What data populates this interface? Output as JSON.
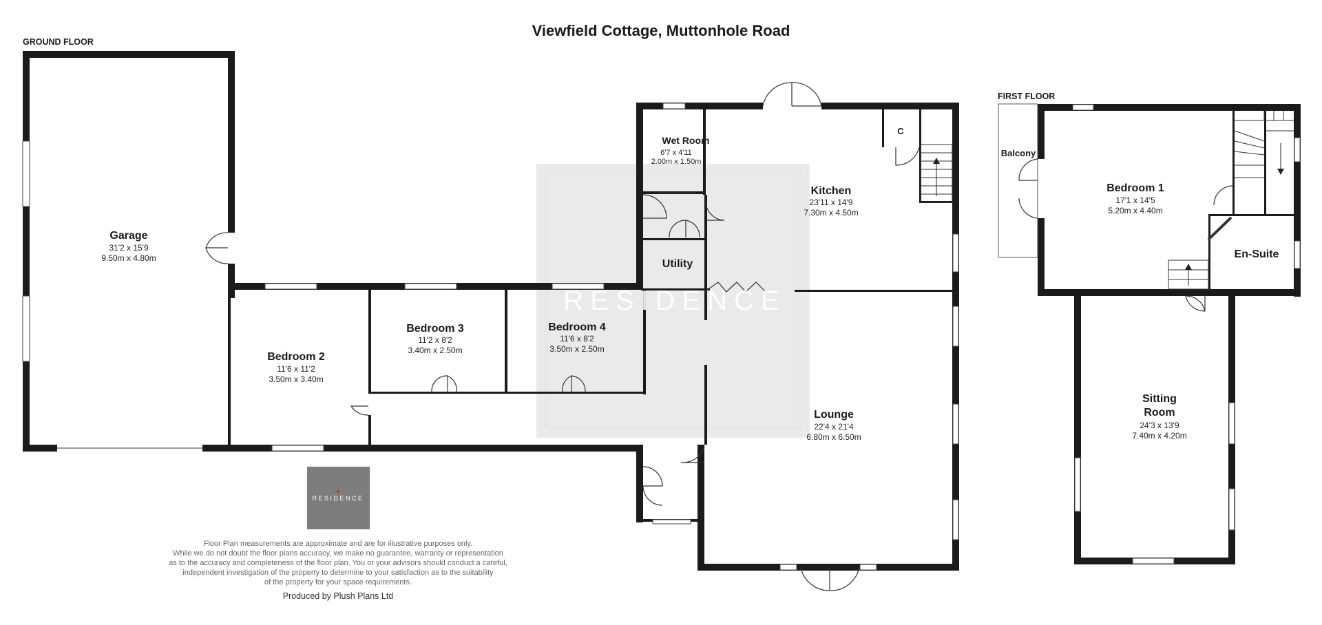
{
  "title": "Viewfield Cottage, Muttonhole Road",
  "floors": {
    "ground": "GROUND FLOOR",
    "first": "FIRST FLOOR"
  },
  "rooms": {
    "garage": {
      "name": "Garage",
      "imperial": "31'2 x 15'9",
      "metric": "9.50m x 4.80m"
    },
    "wet_room": {
      "name": "Wet Room",
      "imperial": "6'7 x 4'11",
      "metric": "2.00m x 1.50m"
    },
    "kitchen": {
      "name": "Kitchen",
      "imperial": "23'11 x 14'9",
      "metric": "7.30m x 4.50m"
    },
    "cupboard": {
      "name": "C"
    },
    "utility": {
      "name": "Utility"
    },
    "bedroom_2": {
      "name": "Bedroom 2",
      "imperial": "11'6 x 11'2",
      "metric": "3.50m x 3.40m"
    },
    "bedroom_3": {
      "name": "Bedroom 3",
      "imperial": "11'2 x 8'2",
      "metric": "3.40m x 2.50m"
    },
    "bedroom_4": {
      "name": "Bedroom 4",
      "imperial": "11'6 x 8'2",
      "metric": "3.50m x 2.50m"
    },
    "lounge": {
      "name": "Lounge",
      "imperial": "22'4 x 21'4",
      "metric": "6.80m x 6.50m"
    },
    "balcony": {
      "name": "Balcony"
    },
    "bedroom_1": {
      "name": "Bedroom 1",
      "imperial": "17'1 x 14'5",
      "metric": "5.20m x 4.40m"
    },
    "en_suite": {
      "name": "En-Suite"
    },
    "sitting_room": {
      "name_line1": "Sitting",
      "name_line2": "Room",
      "imperial": "24'3 x 13'9",
      "metric": "7.40m x 4.20m"
    }
  },
  "watermark": "RESIDENCE",
  "logo_text": "RESIDENCE",
  "disclaimer": [
    "Floor Plan measurements are approximate and are for illustrative purposes only.",
    "While we do not doubt the floor plans accuracy, we make no guarantee, warranty or representation",
    "as to the accuracy and completeness of the floor plan. You or your advisors should conduct a careful,",
    "independent investigation of the property to determine to your satisfaction as to the suitability",
    "of the property for your space requirements."
  ],
  "credit": "Produced by Plush Plans Ltd",
  "colors": {
    "wall": "#1b1b1b",
    "watermark_box": "#d9d9d9",
    "logo_box": "#7d7d7d",
    "logo_dot": "#c0392b"
  }
}
